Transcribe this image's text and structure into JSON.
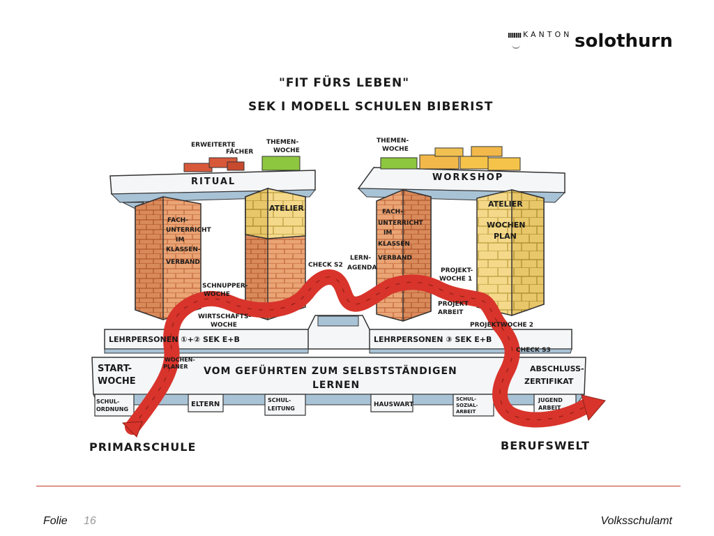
{
  "logo": {
    "bars": "IIIIIII",
    "kanton": "KANTON",
    "solothurn": "solothurn"
  },
  "title": {
    "line1": "\"FIT FÜRS LEBEN\"",
    "line2": "SEK I MODELL SCHULEN BIBERIST"
  },
  "top_labels": {
    "erweiterte": "ERWEITERTE",
    "faecher": "FÄCHER",
    "themen_left_1": "THEMEN-",
    "themen_left_2": "WOCHE",
    "themen_right_1": "THEMEN-",
    "themen_right_2": "WOCHE",
    "ritual": "RITUAL",
    "workshop": "WORKSHOP"
  },
  "pillars": {
    "left_fach": [
      "FACH-",
      "UNTERRICHT",
      "IM",
      "KLASSEN-",
      "VERBAND"
    ],
    "left_atelier": "ATELIER",
    "right_fach": [
      "FACH-",
      "UNTERRICHT",
      "IM",
      "KLASSEN",
      "VERBAND"
    ],
    "right_atelier": "ATELIER",
    "wochenplan": [
      "WOCHEN",
      "PLAN"
    ]
  },
  "ribbon_labels": {
    "schnupperwoche": [
      "SCHNUPPER-",
      "WOCHE"
    ],
    "wirtschaftswoche": [
      "WIRTSCHAFTS-",
      "WOCHE"
    ],
    "check_s2": "CHECK S2",
    "lernagenda": [
      "LERN-",
      "AGENDA"
    ],
    "projektwoche1": [
      "PROJEKT-",
      "WOCHE 1"
    ],
    "projektarbeit": [
      "PROJEKT",
      "ARBEIT"
    ],
    "projektwoche2": "PROJEKTWOCHE 2",
    "check_s3": "CHECK S3",
    "wochenplaner": [
      "WOCHEN-",
      "PLANER"
    ]
  },
  "middle_deck": {
    "left": "LEHRPERSONEN ①+② SEK E+B",
    "right": "LEHRPERSONEN ③ SEK E+B"
  },
  "base": {
    "startwoche": [
      "START-",
      "WOCHE"
    ],
    "center_1": "VOM GEFÜHRTEN ZUM SELBSTSTÄNDIGEN",
    "center_2": "LERNEN",
    "abschluss": [
      "ABSCHLUSS-",
      "ZERTIFIKAT"
    ]
  },
  "feet": {
    "schulordnung": [
      "SCHUL-",
      "ORDNUNG"
    ],
    "eltern": "ELTERN",
    "schulleitung": [
      "SCHUL-",
      "LEITUNG"
    ],
    "hauswart": "HAUSWART",
    "sozialarbeit": [
      "SCHUL-",
      "SOZIAL-",
      "ARBEIT"
    ],
    "jugendarbeit": [
      "JUGEND",
      "ARBEIT"
    ]
  },
  "ends": {
    "primarschule": "PRIMARSCHULE",
    "berufswelt": "BERUFSWELT"
  },
  "footer": {
    "folie": "Folie",
    "number": "16",
    "right": "Volksschulamt"
  },
  "colors": {
    "ribbon": "#d8342b",
    "brick_orange": "#e8a070",
    "brick_yellow": "#f2d27a",
    "slab": "#f4f6f8",
    "slab_shadow": "#a9c3d6",
    "green": "#8dc63f",
    "footer_line": "#c0392b"
  }
}
